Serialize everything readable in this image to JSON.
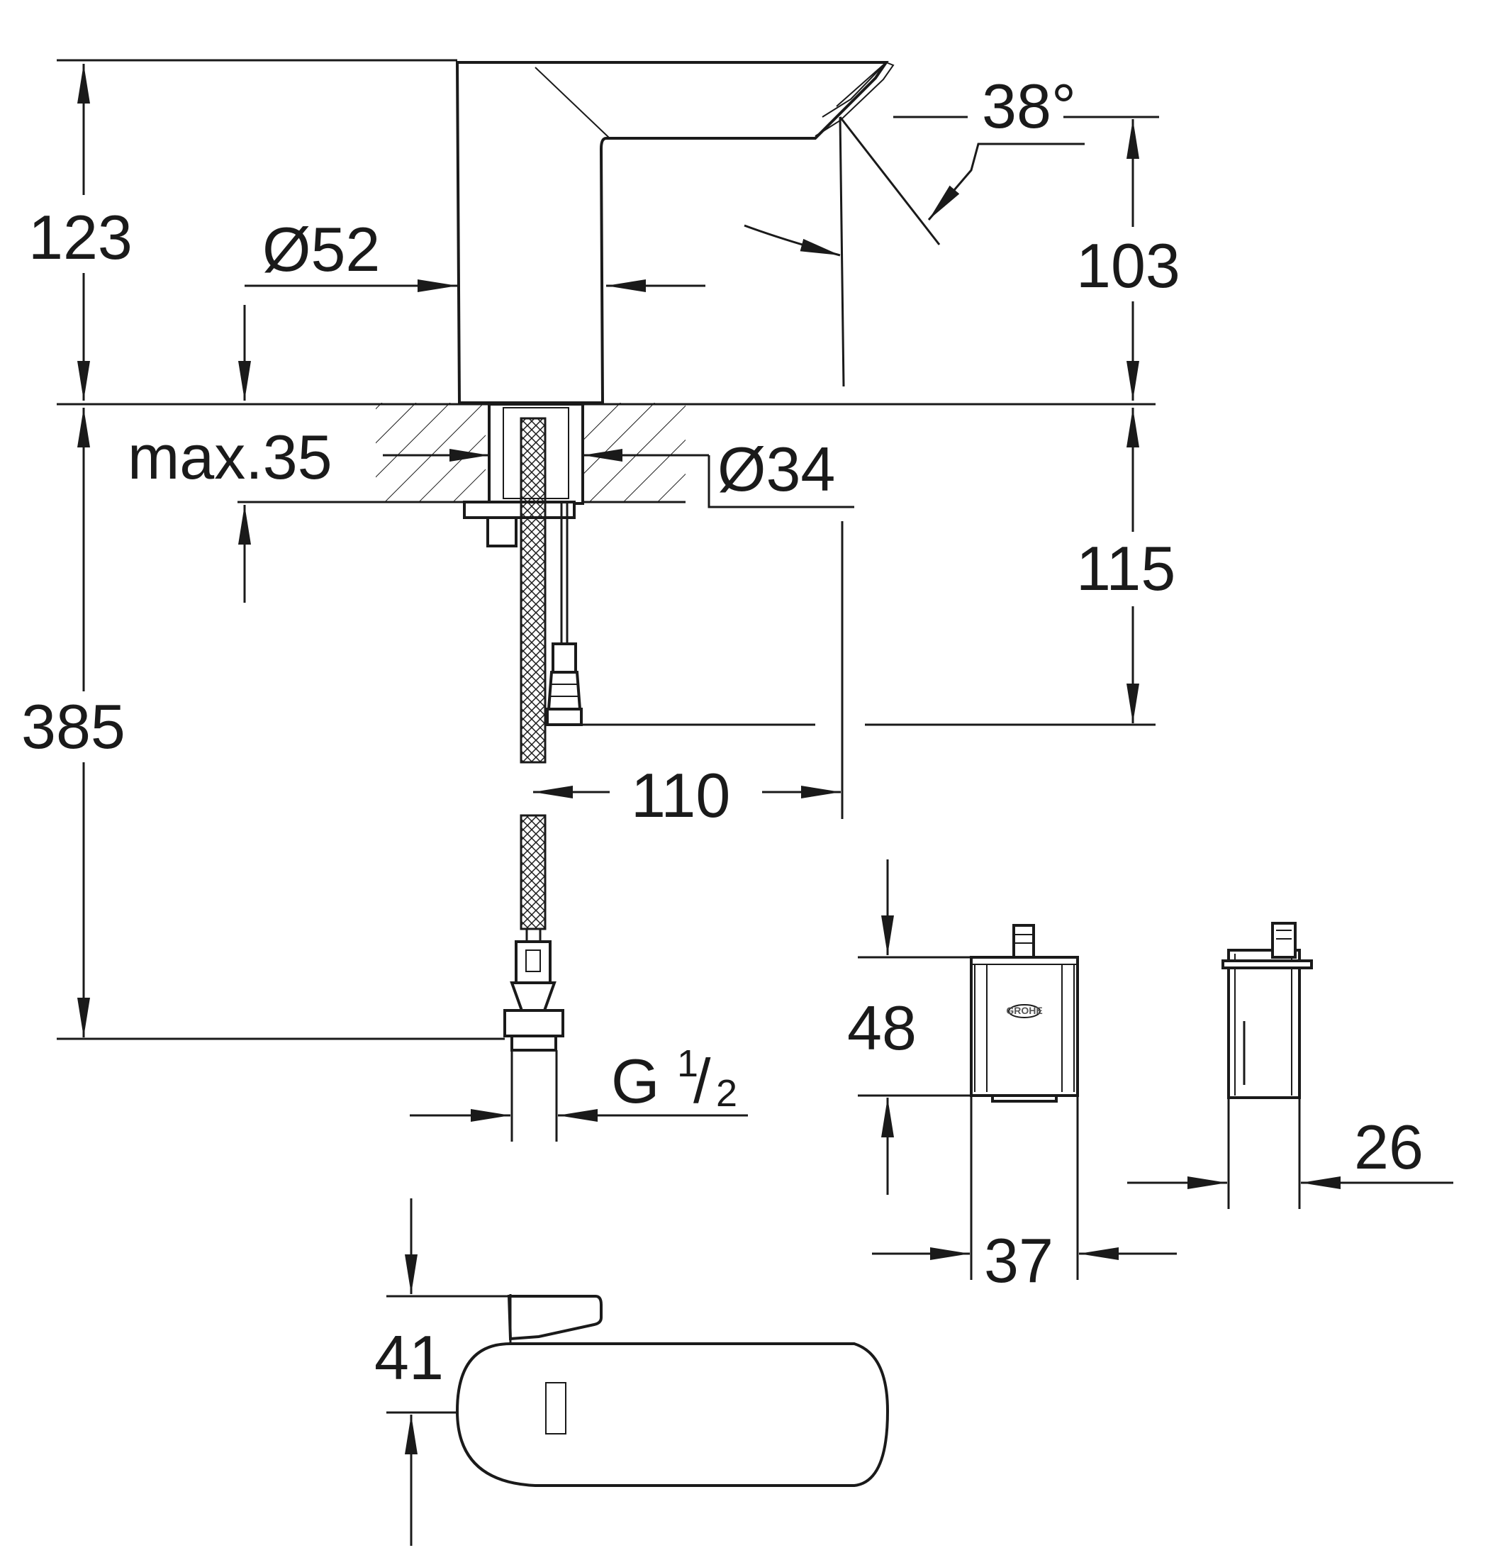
{
  "dimensions": {
    "height_top": "123",
    "diameter_spout": "Ø52",
    "angle": "38°",
    "height_spout": "103",
    "max_thickness": "max.35",
    "diameter_hole": "Ø34",
    "height_sensor": "115",
    "height_total": "385",
    "reach_box": "110",
    "thread_main": "G",
    "thread_num": "1",
    "thread_den": "2",
    "box_height": "48",
    "box_depth": "26",
    "box_width": "37",
    "top_height": "41"
  },
  "logo_text": "GROHE",
  "colors": {
    "line": "#1a1a1a",
    "background": "#ffffff"
  }
}
